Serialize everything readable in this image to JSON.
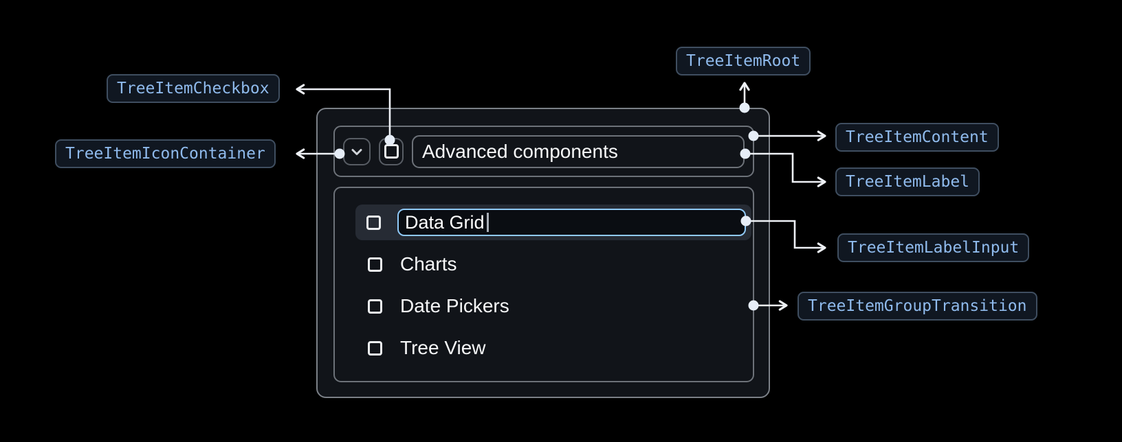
{
  "component": {
    "parent_item": {
      "label": "Advanced components",
      "expanded": true,
      "checked": false
    },
    "edit_item": {
      "value": "Data Grid",
      "editing": true,
      "checked": false
    },
    "child_items": [
      "Charts",
      "Date Pickers",
      "Tree View"
    ]
  },
  "annotations": {
    "root": "TreeItemRoot",
    "checkbox": "TreeItemCheckbox",
    "icon_container": "TreeItemIconContainer",
    "content": "TreeItemContent",
    "label": "TreeItemLabel",
    "label_input": "TreeItemLabelInput",
    "group_transition": "TreeItemGroupTransition"
  },
  "colors": {
    "background": "#000000",
    "input_focus_border": "#90caf9",
    "selected_row_bg": "#262b34",
    "annotation_text": "#8fbaec",
    "annotation_border": "#3f4e60",
    "annotation_bg": "#101721",
    "connector": "#eef1f6"
  }
}
